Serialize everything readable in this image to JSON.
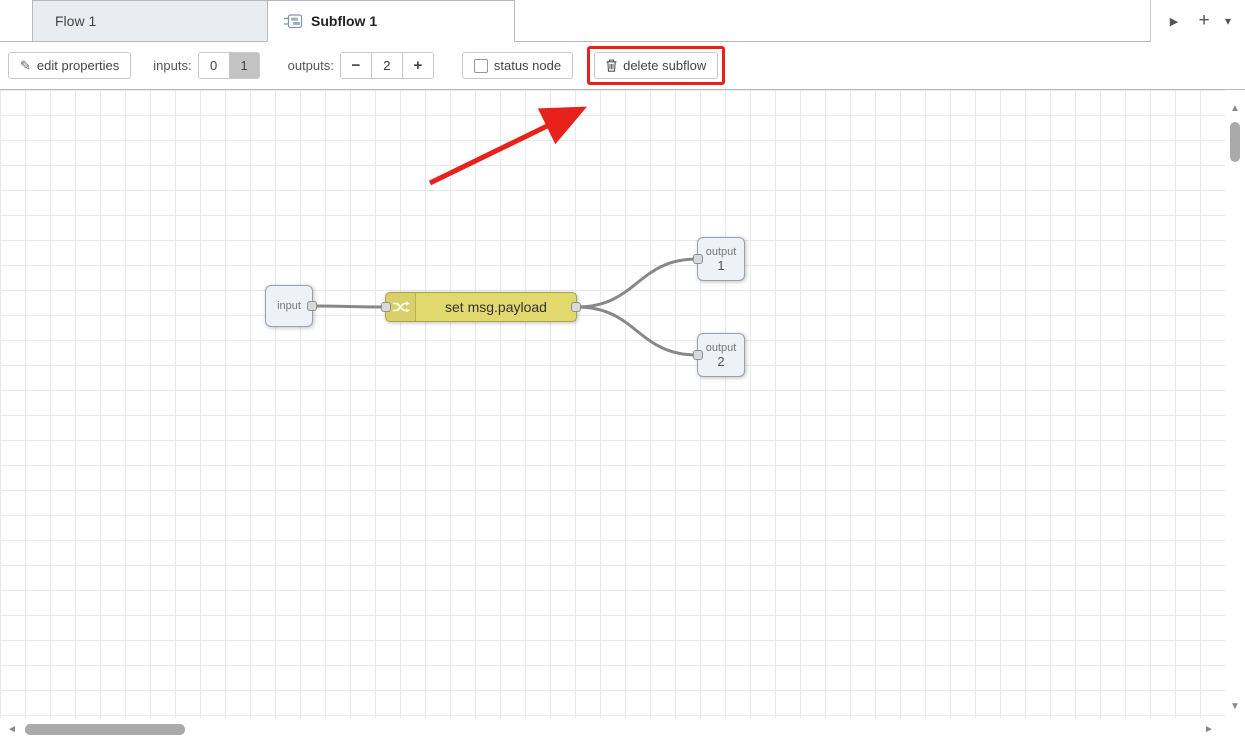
{
  "tabbar": {
    "tabs": [
      {
        "label": "Flow 1"
      },
      {
        "label": "Subflow 1"
      }
    ]
  },
  "toolbar": {
    "edit_properties_label": "edit properties",
    "inputs_label": "inputs:",
    "inputs_options": [
      "0",
      "1"
    ],
    "inputs_selected": "1",
    "outputs_label": "outputs:",
    "outputs_value": "2",
    "status_node_label": "status node",
    "delete_subflow_label": "delete subflow"
  },
  "canvas": {
    "nodes": {
      "input": {
        "label": "input"
      },
      "change": {
        "label": "set msg.payload"
      },
      "output1": {
        "label": "output",
        "num": "1"
      },
      "output2": {
        "label": "output",
        "num": "2"
      }
    }
  },
  "icons": {
    "scroll_tabs": "▶",
    "add": "+",
    "chevron_down": "▾",
    "pencil": "✎",
    "minus": "−",
    "plus": "+",
    "scroll_up": "▲",
    "scroll_down": "▼",
    "scroll_left": "◄",
    "scroll_right": "►"
  },
  "colors": {
    "annotation_red": "#e8211d",
    "change_node_fill": "#e2d96e",
    "wire": "#888888",
    "grid_line": "#e8e8f2"
  }
}
